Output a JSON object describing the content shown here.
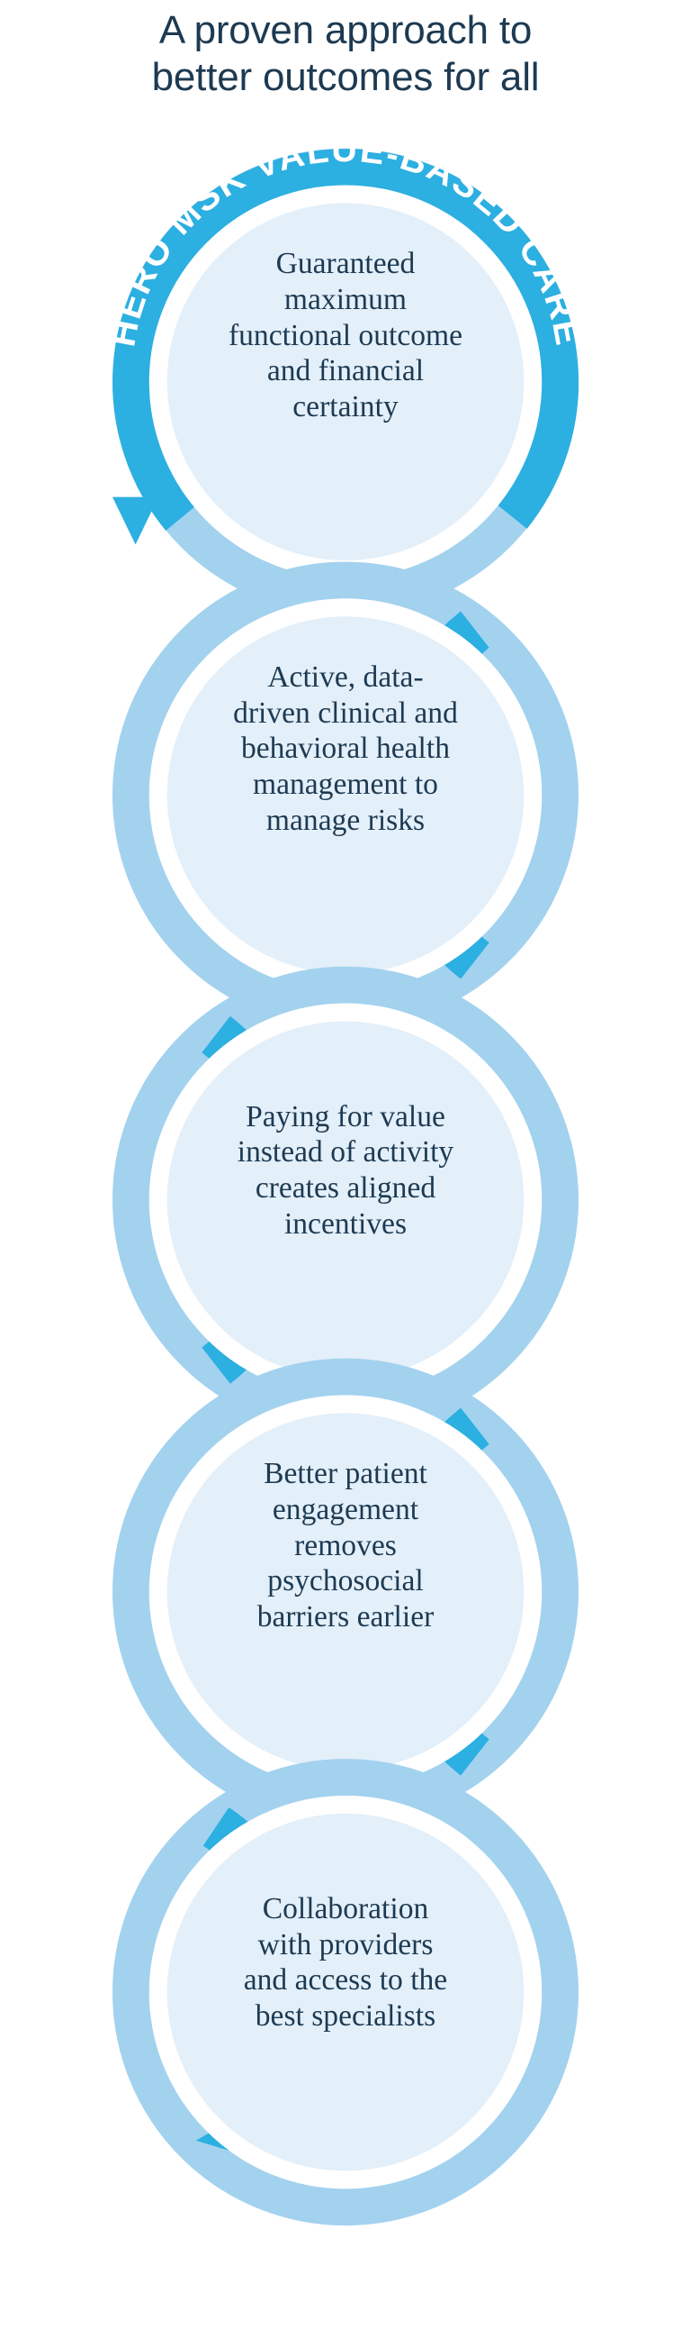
{
  "title": "A proven approach to\nbetter outcomes for all",
  "arc_label": "HERO MSK VALUE-BASED CARE",
  "colors": {
    "title_text": "#1d3a52",
    "body_text": "#1d3a52",
    "ring_dark": "#2CAFE1",
    "ring_light": "#A3D2EF",
    "circle_fill": "#E3EFF9",
    "gap": "#FFFFFF",
    "arc_label_text": "#FFFFFF",
    "background": "#FFFFFF"
  },
  "steps": [
    {
      "index": 1,
      "text": "Guaranteed\nmaximum\nfunctional outcome\nand financial\ncertainty",
      "dark_side": "top",
      "has_arrow": true
    },
    {
      "index": 2,
      "text": "Active, data-\ndriven clinical and\nbehavioral health\nmanagement to\nmanage risks",
      "dark_side": "left",
      "has_arrow": false
    },
    {
      "index": 3,
      "text": "Paying for value\ninstead of activity\ncreates aligned\nincentives",
      "dark_side": "right",
      "has_arrow": false
    },
    {
      "index": 4,
      "text": "Better patient\nengagement\nremoves\npsychosocial\nbarriers earlier",
      "dark_side": "left",
      "has_arrow": false
    },
    {
      "index": 5,
      "text": "Collaboration\nwith providers\nand access to the\nbest specialists",
      "dark_side": "right",
      "has_arrow": true
    }
  ]
}
